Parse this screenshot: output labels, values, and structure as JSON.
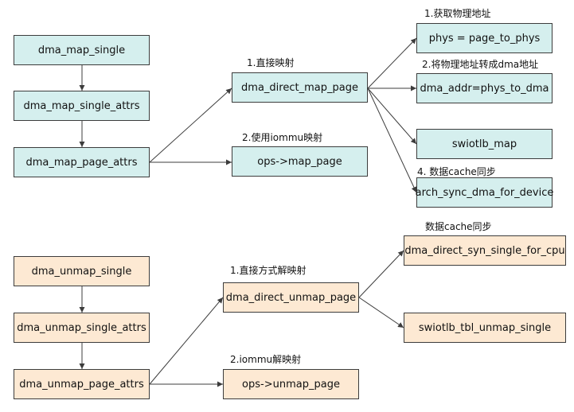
{
  "colors": {
    "map_fill": "#d5efee",
    "unmap_fill": "#fde9d3",
    "stroke": "#3c3c3c"
  },
  "map": {
    "chain": [
      "dma_map_single",
      "dma_map_single_attrs",
      "dma_map_page_attrs"
    ],
    "direct": {
      "label": "1.直接映射",
      "box": "dma_direct_map_page"
    },
    "iommu": {
      "label": "2.使用iommu映射",
      "box": "ops->map_page"
    },
    "steps": [
      {
        "label": "1.获取物理地址",
        "box": "phys = page_to_phys"
      },
      {
        "label": "2.将物理地址转成dma地址",
        "box": "dma_addr=phys_to_dma"
      },
      {
        "label": "",
        "box": "swiotlb_map"
      },
      {
        "label": "4. 数据cache同步",
        "box": "arch_sync_dma_for_device"
      }
    ]
  },
  "unmap": {
    "chain": [
      "dma_unmap_single",
      "dma_unmap_single_attrs",
      "dma_unmap_page_attrs"
    ],
    "direct": {
      "label": "1.直接方式解映射",
      "box": "dma_direct_unmap_page"
    },
    "iommu": {
      "label": "2.iommu解映射",
      "box": "ops->unmap_page"
    },
    "steps": [
      {
        "label": "数据cache同步",
        "box": "dma_direct_syn_single_for_cpu"
      },
      {
        "label": "",
        "box": "swiotlb_tbl_unmap_single"
      }
    ]
  }
}
